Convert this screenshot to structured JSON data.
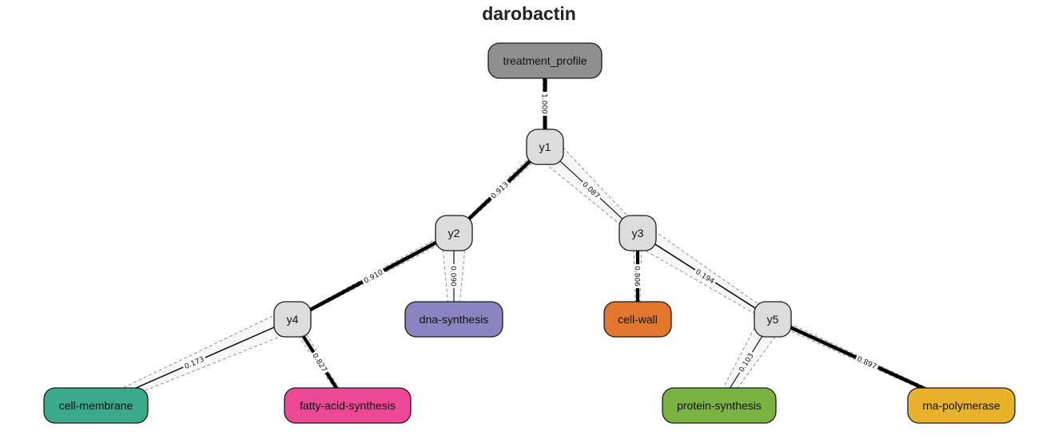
{
  "title": "darobactin",
  "nodes": [
    {
      "id": "treatment_profile",
      "label": "treatment_profile",
      "kind": "root",
      "color": "#8f8f8f"
    },
    {
      "id": "y1",
      "label": "y1",
      "kind": "inner",
      "color": "#dcdcdc"
    },
    {
      "id": "y2",
      "label": "y2",
      "kind": "inner",
      "color": "#dcdcdc"
    },
    {
      "id": "y3",
      "label": "y3",
      "kind": "inner",
      "color": "#dcdcdc"
    },
    {
      "id": "y4",
      "label": "y4",
      "kind": "inner",
      "color": "#dcdcdc"
    },
    {
      "id": "y5",
      "label": "y5",
      "kind": "inner",
      "color": "#dcdcdc"
    },
    {
      "id": "dna-synthesis",
      "label": "dna-synthesis",
      "kind": "leaf",
      "color": "#8a84c0"
    },
    {
      "id": "cell-wall",
      "label": "cell-wall",
      "kind": "leaf",
      "color": "#e0772c"
    },
    {
      "id": "cell-membrane",
      "label": "cell-membrane",
      "kind": "leaf",
      "color": "#3aaa8b"
    },
    {
      "id": "fatty-acid-synthesis",
      "label": "fatty-acid-synthesis",
      "kind": "leaf",
      "color": "#ec4895"
    },
    {
      "id": "protein-synthesis",
      "label": "protein-synthesis",
      "kind": "leaf",
      "color": "#7bb342"
    },
    {
      "id": "rna-polymerase",
      "label": "rna-polymerase",
      "kind": "leaf",
      "color": "#e8b32a"
    }
  ],
  "edges": [
    {
      "from": "treatment_profile",
      "to": "y1",
      "weight": 1.0,
      "label": "1.000"
    },
    {
      "from": "y1",
      "to": "y2",
      "weight": 0.913,
      "label": "0.913"
    },
    {
      "from": "y1",
      "to": "y3",
      "weight": 0.087,
      "label": "0.087"
    },
    {
      "from": "y2",
      "to": "y4",
      "weight": 0.91,
      "label": "0.910"
    },
    {
      "from": "y2",
      "to": "dna-synthesis",
      "weight": 0.09,
      "label": "0.090"
    },
    {
      "from": "y3",
      "to": "cell-wall",
      "weight": 0.806,
      "label": "0.806"
    },
    {
      "from": "y3",
      "to": "y5",
      "weight": 0.194,
      "label": "0.194"
    },
    {
      "from": "y4",
      "to": "cell-membrane",
      "weight": 0.173,
      "label": "0.173"
    },
    {
      "from": "y4",
      "to": "fatty-acid-synthesis",
      "weight": 0.827,
      "label": "0.827"
    },
    {
      "from": "y5",
      "to": "protein-synthesis",
      "weight": 0.103,
      "label": "0.103"
    },
    {
      "from": "y5",
      "to": "rna-polymerase",
      "weight": 0.897,
      "label": "0.897"
    }
  ]
}
